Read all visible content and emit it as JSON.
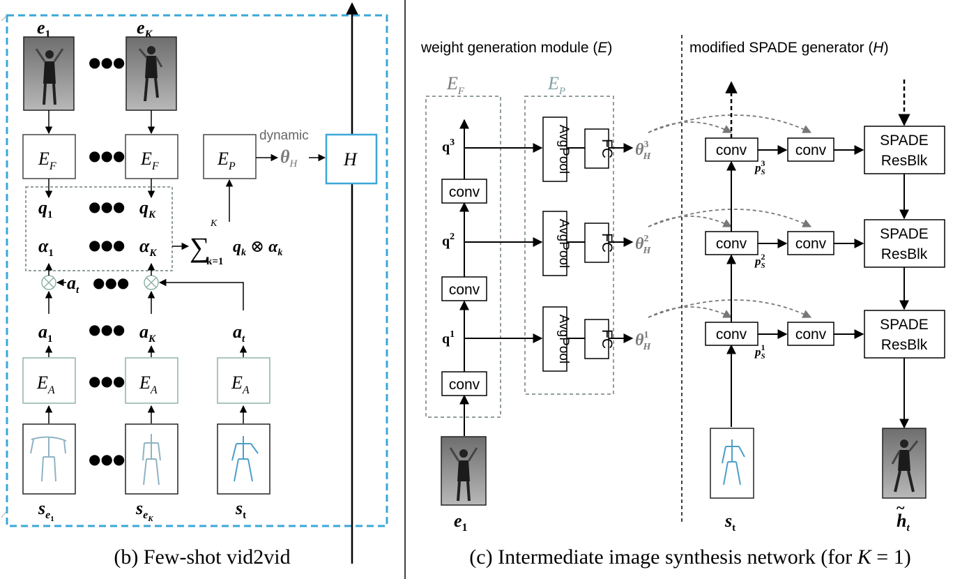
{
  "left_panel": {
    "caption": "(b) Few-shot vid2vid",
    "e1": "e",
    "e1_sub": "1",
    "eK": "e",
    "eK_sub": "K",
    "ef_label": "E",
    "ef_sub": "F",
    "ep_label": "E",
    "ep_sub": "P",
    "dynamic": "dynamic",
    "theta": "θ",
    "theta_sub": "H",
    "h_label": "H",
    "q1": "q",
    "q1_sub": "1",
    "qK": "q",
    "qK_sub": "K",
    "alpha1": "α",
    "alpha1_sub": "1",
    "alphaK": "α",
    "alphaK_sub": "K",
    "sum_symbol": "∑",
    "sum_upper": "K",
    "sum_lower": "k=1",
    "sum_q": "q",
    "sum_q_sub": "k",
    "sum_otimes": "⊗",
    "sum_alpha": "α",
    "sum_alpha_sub": "k",
    "at_label": "a",
    "at_sub": "t",
    "a1": "a",
    "a1_sub": "1",
    "aK": "a",
    "aK_sub": "K",
    "at2": "a",
    "at2_sub": "t",
    "ea_label": "E",
    "ea_sub": "A",
    "se1": "s",
    "se1_sub": "e",
    "se1_subsub": "1",
    "seK": "s",
    "seK_sub": "e",
    "seK_subsub": "K",
    "st": "s",
    "st_sub": "t",
    "dots": "●●●"
  },
  "right_panel": {
    "caption": "(c) Intermediate image synthesis network (for K = 1)",
    "caption_pre": "(c) Intermediate image synthesis network (for ",
    "caption_var": "K",
    "caption_post": " = 1)",
    "header_left_pre": "weight generation module (",
    "header_left_var": "E",
    "header_left_post": ")",
    "header_right_pre": "modified SPADE generator (",
    "header_right_var": "H",
    "header_right_post": ")",
    "ef_label": "E",
    "ef_sub": "F",
    "ep_label": "E",
    "ep_sub": "P",
    "conv": "conv",
    "avgpool": "AvgPool",
    "fc": "FC",
    "q": "q",
    "q_sups": [
      "3",
      "2",
      "1"
    ],
    "theta": "θ",
    "theta_sub": "H",
    "theta_sups": [
      "3",
      "2",
      "1"
    ],
    "p": "p",
    "p_sub": "S",
    "p_sups": [
      "3",
      "2",
      "1"
    ],
    "spade_line1": "SPADE",
    "spade_line2": "ResBlk",
    "e1": "e",
    "e1_sub": "1",
    "st": "s",
    "st_sub": "t",
    "ht": "h",
    "ht_tilde": "~",
    "ht_sub": "t"
  },
  "colors": {
    "frame_blue": "#3aa7d8",
    "h_box_blue": "#3aa7d8",
    "dashed_gray": "#6f7f78",
    "ea_box": "#8fb3a5",
    "otimes": "#8fb3a5",
    "gray_text": "#7a7a7a",
    "arrow": "#000000"
  }
}
